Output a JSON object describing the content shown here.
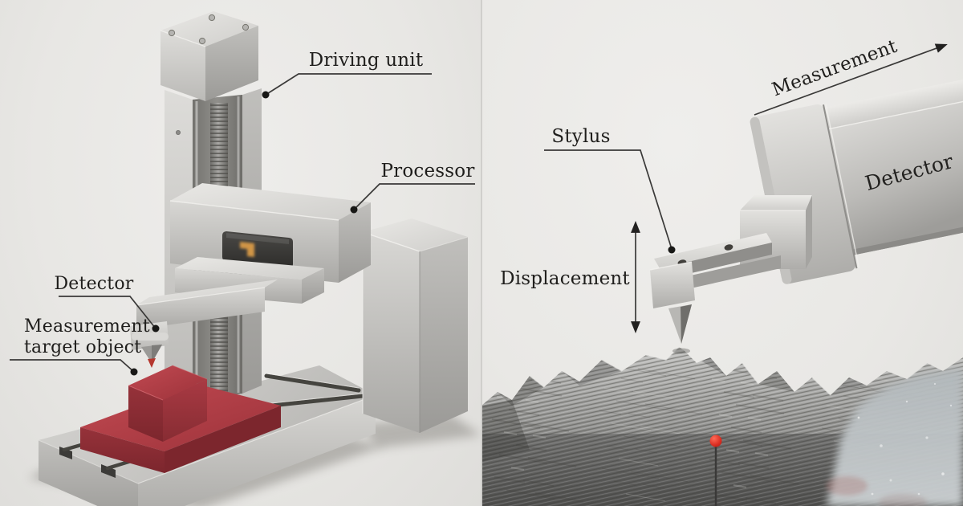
{
  "figure": {
    "type": "technical-diagram",
    "subject": "stylus surface measuring instrument"
  },
  "colors": {
    "background": "#e9e8e5",
    "divider": "#d0cfcc",
    "label_text": "#1f1e1c",
    "leader_line": "#3a3938",
    "metal_light": "#dddcd9",
    "metal_mid": "#b9b8b5",
    "metal_dark": "#8e8d8a",
    "target_red": "#a9383f",
    "marker_red": "#dc2f23",
    "display_amber": "#d89a47"
  },
  "left_panel": {
    "labels": {
      "driving_unit": "Driving unit",
      "processor": "Processor",
      "detector": "Detector",
      "measurement_target_line1": "Measurement",
      "measurement_target_line2": "target object"
    }
  },
  "right_panel": {
    "labels": {
      "stylus": "Stylus",
      "measurement": "Measurement",
      "detector": "Detector",
      "displacement": "Displacement"
    }
  }
}
